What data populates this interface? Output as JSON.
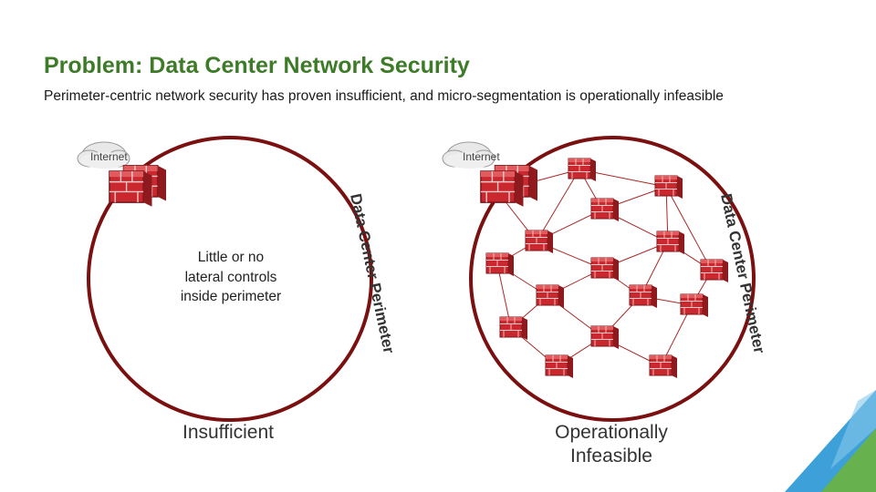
{
  "slide": {
    "title": "Problem: Data Center Network Security",
    "subtitle": "Perimeter-centric network security has proven insufficient, and micro-segmentation is operationally infeasible"
  },
  "left_diagram": {
    "cloud_label": "Internet",
    "perimeter_label": "Data Center Perimeter",
    "inner_text": [
      "Little or no",
      "lateral controls",
      "inside perimeter"
    ],
    "caption": "Insufficient"
  },
  "right_diagram": {
    "cloud_label": "Internet",
    "perimeter_label": "Data Center Perimeter",
    "caption_lines": [
      "Operationally",
      "Infeasible"
    ]
  },
  "colors": {
    "title_green": "#3e7b29",
    "perimeter_maroon": "#7a1010",
    "firewall_red": "#c8282e",
    "accent_blue": "#1b8fd2",
    "accent_green": "#6cb33f"
  }
}
